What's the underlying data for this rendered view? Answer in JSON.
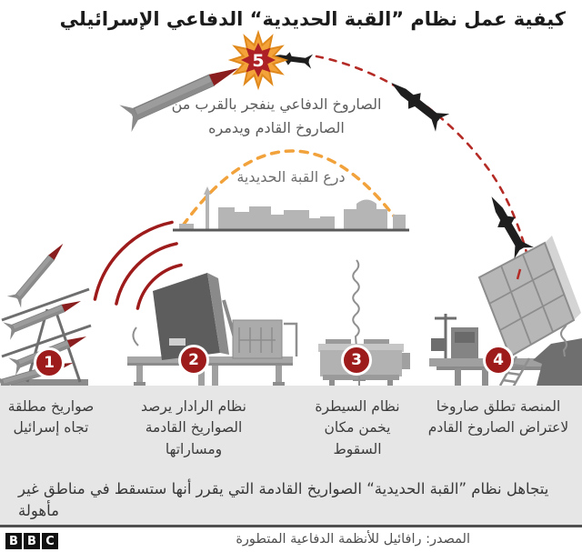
{
  "title": "كيفية عمل نظام ”القبة الحديدية“ الدفاعي الإسرائيلي",
  "intercept": {
    "number": "5",
    "caption": "الصاروخ الدفاعي ينفجر بالقرب من الصاروخ القادم ويدمره"
  },
  "dome": {
    "label": "درع القبة الحديدية"
  },
  "steps": [
    {
      "number": "1",
      "caption": "صواريخ مطلقة تجاه إسرائيل"
    },
    {
      "number": "2",
      "caption": "نظام الرادار يرصد الصواريخ القادمة ومساراتها"
    },
    {
      "number": "3",
      "caption": "نظام السيطرة يخمن مكان السقوط"
    },
    {
      "number": "4",
      "caption": "المنصة تطلق صاروخا لاعتراض الصاروخ القادم"
    }
  ],
  "footnote": "يتجاهل نظام ”القبة الحديدية“ الصواريخ القادمة التي يقرر أنها ستسقط في مناطق غير مأهولة",
  "source": "المصدر: رافائيل للأنظمة الدفاعية المتطورة",
  "logo": {
    "l1": "B",
    "l2": "B",
    "l3": "C"
  },
  "colors": {
    "dark_red": "#9e1b1b",
    "trajectory_red": "#b42a25",
    "orange": "#f2a23b",
    "band_gray": "#e6e6e6"
  }
}
